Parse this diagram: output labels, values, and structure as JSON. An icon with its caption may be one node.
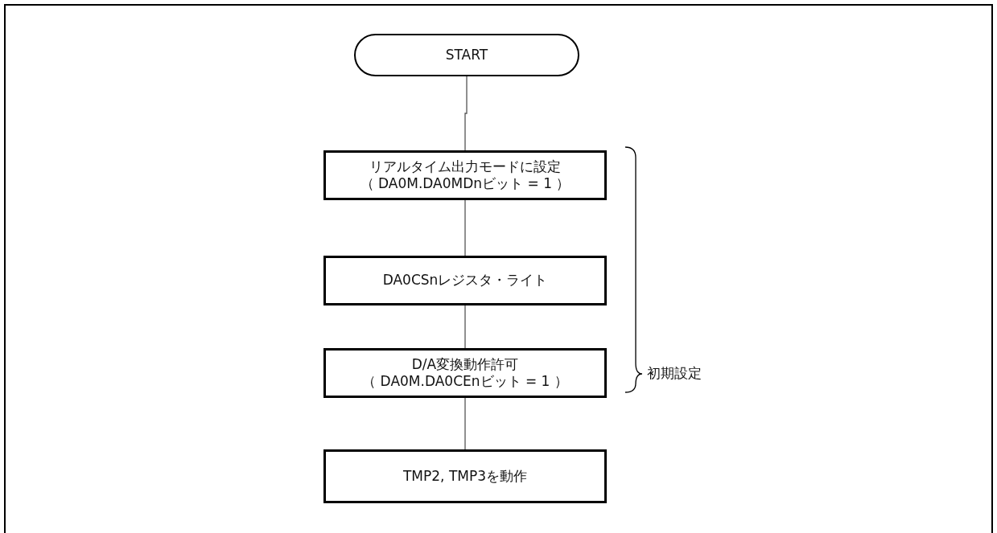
{
  "diagram": {
    "nodes": [
      {
        "text": [
          "START"
        ]
      },
      {
        "text": [
          "リアルタイム出力モードに設定",
          "（ DA0M.DA0MDnビット = 1 ）"
        ]
      },
      {
        "text": [
          "DA0CSnレジスタ・ライト"
        ]
      },
      {
        "text": [
          "D/A変換動作許可",
          "（ DA0M.DA0CEnビット = 1 ）"
        ]
      },
      {
        "text": [
          "TMP2, TMP3を動作"
        ]
      }
    ],
    "edges": [
      {
        "from": 0,
        "to": 1,
        "arrow": "none"
      },
      {
        "from": 1,
        "to": 2,
        "arrow": "none"
      },
      {
        "from": 2,
        "to": 3,
        "arrow": "none"
      },
      {
        "from": 3,
        "to": 4,
        "arrow": "none"
      }
    ],
    "labels": [
      "初期設定"
    ]
  }
}
